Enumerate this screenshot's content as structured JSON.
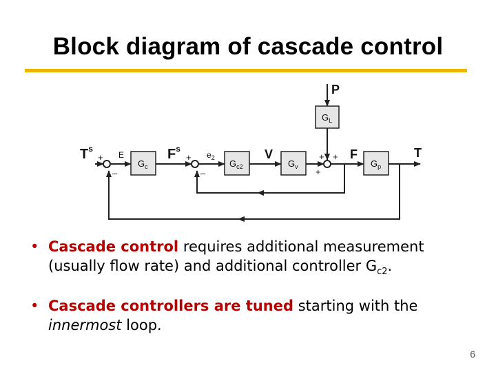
{
  "title": "Block diagram of cascade control",
  "colors": {
    "underline": "#F0B400",
    "emphasis": "#B40000",
    "line": "#222222",
    "block_fill": "#E6E6E6"
  },
  "diagram": {
    "signals": {
      "T_set": "T",
      "T_set_sup": "s",
      "E": "E",
      "F_set": "F",
      "F_set_sup": "s",
      "e2": "e",
      "e2_sub": "2",
      "V": "V",
      "F": "F",
      "T": "T",
      "P": "P"
    },
    "blocks": {
      "gc": "G",
      "gc_sub": "c",
      "gc2": "G",
      "gc2_sub": "c2",
      "gv": "G",
      "gv_sub": "v",
      "gp": "G",
      "gp_sub": "p",
      "gl": "G",
      "gl_sub": "L"
    },
    "signs": {
      "plus": "+",
      "minus": "–"
    }
  },
  "bullets": [
    {
      "marker": "•",
      "emphasis": "Cascade control",
      "text_a": " requires additional measurement (usually flow rate) and additional controller G",
      "sub": "c2",
      "text_b": "."
    },
    {
      "marker": "•",
      "emphasis": "Cascade controllers are tuned",
      "text_a": " starting with the ",
      "italic": "innermost",
      "text_b": " loop."
    }
  ],
  "page_number": "6"
}
